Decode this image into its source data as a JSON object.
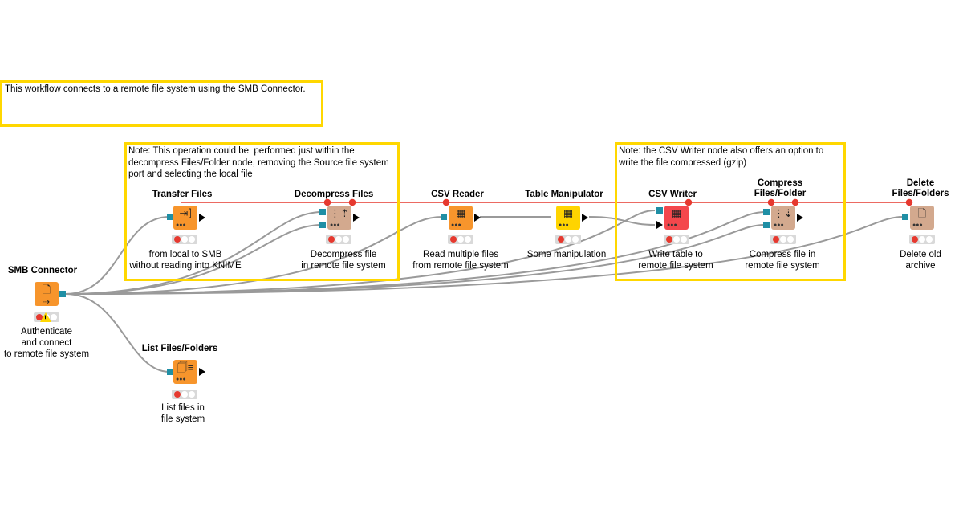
{
  "workflow": {
    "annotations": [
      {
        "text": "This workflow connects to a remote file system using the SMB Connector."
      },
      {
        "text": "Note: This operation could be  performed just within the\ndecompress Files/Folder node, removing the Source file system\nport and selecting the local file"
      },
      {
        "text": "Note: the CSV Writer node also offers an option to\nwrite the file compressed (gzip)"
      }
    ],
    "nodes": [
      {
        "title": "SMB Connector",
        "label": "Authenticate\nand connect\nto remote file system",
        "icon": "smb-connector-icon",
        "color": "#f7952c",
        "status": "warning"
      },
      {
        "title": "Transfer Files",
        "label": "from local to SMB\nwithout reading into KNIME",
        "icon": "transfer-files-icon",
        "color": "#f7952c"
      },
      {
        "title": "Decompress Files",
        "label": "Decompress file\nin remote file system",
        "icon": "decompress-icon",
        "color": "#d3a98e"
      },
      {
        "title": "CSV Reader",
        "label": "Read  multiple files\nfrom remote file system",
        "icon": "csv-reader-icon",
        "color": "#f7952c"
      },
      {
        "title": "Table Manipulator",
        "label": "Some manipulation",
        "icon": "table-manipulator-icon",
        "color": "#ffd400"
      },
      {
        "title": "CSV Writer",
        "label": "Write table to\nremote file system",
        "icon": "csv-writer-icon",
        "color": "#f4474c"
      },
      {
        "title": "Compress\nFiles/Folder",
        "label": "Compress file in\nremote file system",
        "icon": "compress-icon",
        "color": "#d3a98e"
      },
      {
        "title": "Delete\nFiles/Folders",
        "label": "Delete old archive",
        "icon": "delete-files-icon",
        "color": "#d3a98e"
      },
      {
        "title": "List Files/Folders",
        "label": "List files in\nfile system",
        "icon": "list-files-icon",
        "color": "#f7952c"
      }
    ],
    "colors": {
      "annotation_border": "#ffd700",
      "fs_port": "#1f8fa5",
      "flow_variable_line": "#e6392f",
      "connection_line": "#999999"
    }
  }
}
